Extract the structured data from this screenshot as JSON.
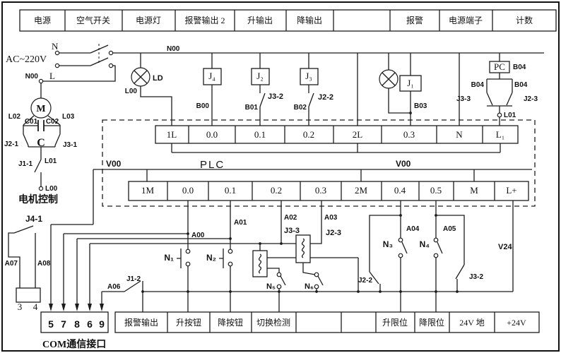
{
  "colors": {
    "line": "#1c1c1c",
    "background": "#ffffff"
  },
  "top_row": {
    "cells": [
      "电源",
      "空气开关",
      "电源灯",
      "报警输出 2",
      "升输出",
      "降输出",
      "",
      "报警",
      "电源端子",
      "计数"
    ]
  },
  "bottom_row": {
    "cells": [
      "报警输出",
      "升按钮",
      "降按钮",
      "切换检测",
      "",
      "",
      "升限位",
      "降限位",
      "24V 地",
      "+24V"
    ]
  },
  "plc": {
    "name": "PLC",
    "v00_left": "V00",
    "v00_right": "V00",
    "top_terminals": [
      "1L",
      "0.0",
      "0.1",
      "0.2",
      "2L",
      "0.3",
      "N",
      "L₁"
    ],
    "bottom_terminals": [
      "1M",
      "0.0",
      "0.1",
      "0.2",
      "0.3",
      "2M",
      "0.4",
      "0.5",
      "M",
      "L+"
    ]
  },
  "source": {
    "n": "N",
    "label": "AC~220V",
    "n00": "N00",
    "l": "L",
    "n00_rail": "N00"
  },
  "motor": {
    "symbol": "M",
    "l02": "L02",
    "l03": "L03",
    "c01": "C01",
    "c02": "C02",
    "cap": "C",
    "j2_1": "J2-1",
    "j3_1": "J3-1",
    "j1_1": "J1-1",
    "l01": "L01",
    "l00": "L00",
    "caption": "电机控制"
  },
  "lamp": {
    "ld": "LD",
    "l00": "L00"
  },
  "relays": {
    "j4": "J₄",
    "j2": "J₂",
    "j3": "J₃",
    "j1": "J₁",
    "pc": "PC"
  },
  "outputs": {
    "b00": "B00",
    "b01": "B01",
    "b02": "B02",
    "b03": "B03",
    "b04_pc": "B04",
    "b04_left": "B04",
    "b04_right": "B04",
    "j3_2": "J3-2",
    "j2_2": "J2-2",
    "j3_3": "J3-3",
    "j2_3": "J2-3",
    "l01": "L01"
  },
  "inputs": {
    "a00": "A00",
    "a01": "A01",
    "a02": "A02",
    "a03": "A03",
    "a04": "A04",
    "a05": "A05",
    "a06": "A06",
    "a07": "A07",
    "a08": "A08",
    "j3_3": "J3-3",
    "j2_3": "J2-3",
    "n1": "N₁",
    "n2": "N₂",
    "n3": "N₃",
    "n4": "N₄",
    "n5": "N₅",
    "n6": "N₆",
    "j2_2": "J2-2",
    "j3_2": "J3-2",
    "j1_2": "J1-2",
    "j4_1": "J4-1",
    "v24": "V24",
    "t3": "3",
    "t4": "4"
  },
  "com": {
    "pins": [
      "5",
      "7",
      "8",
      "6",
      "9"
    ],
    "caption": "COM通信接口"
  }
}
